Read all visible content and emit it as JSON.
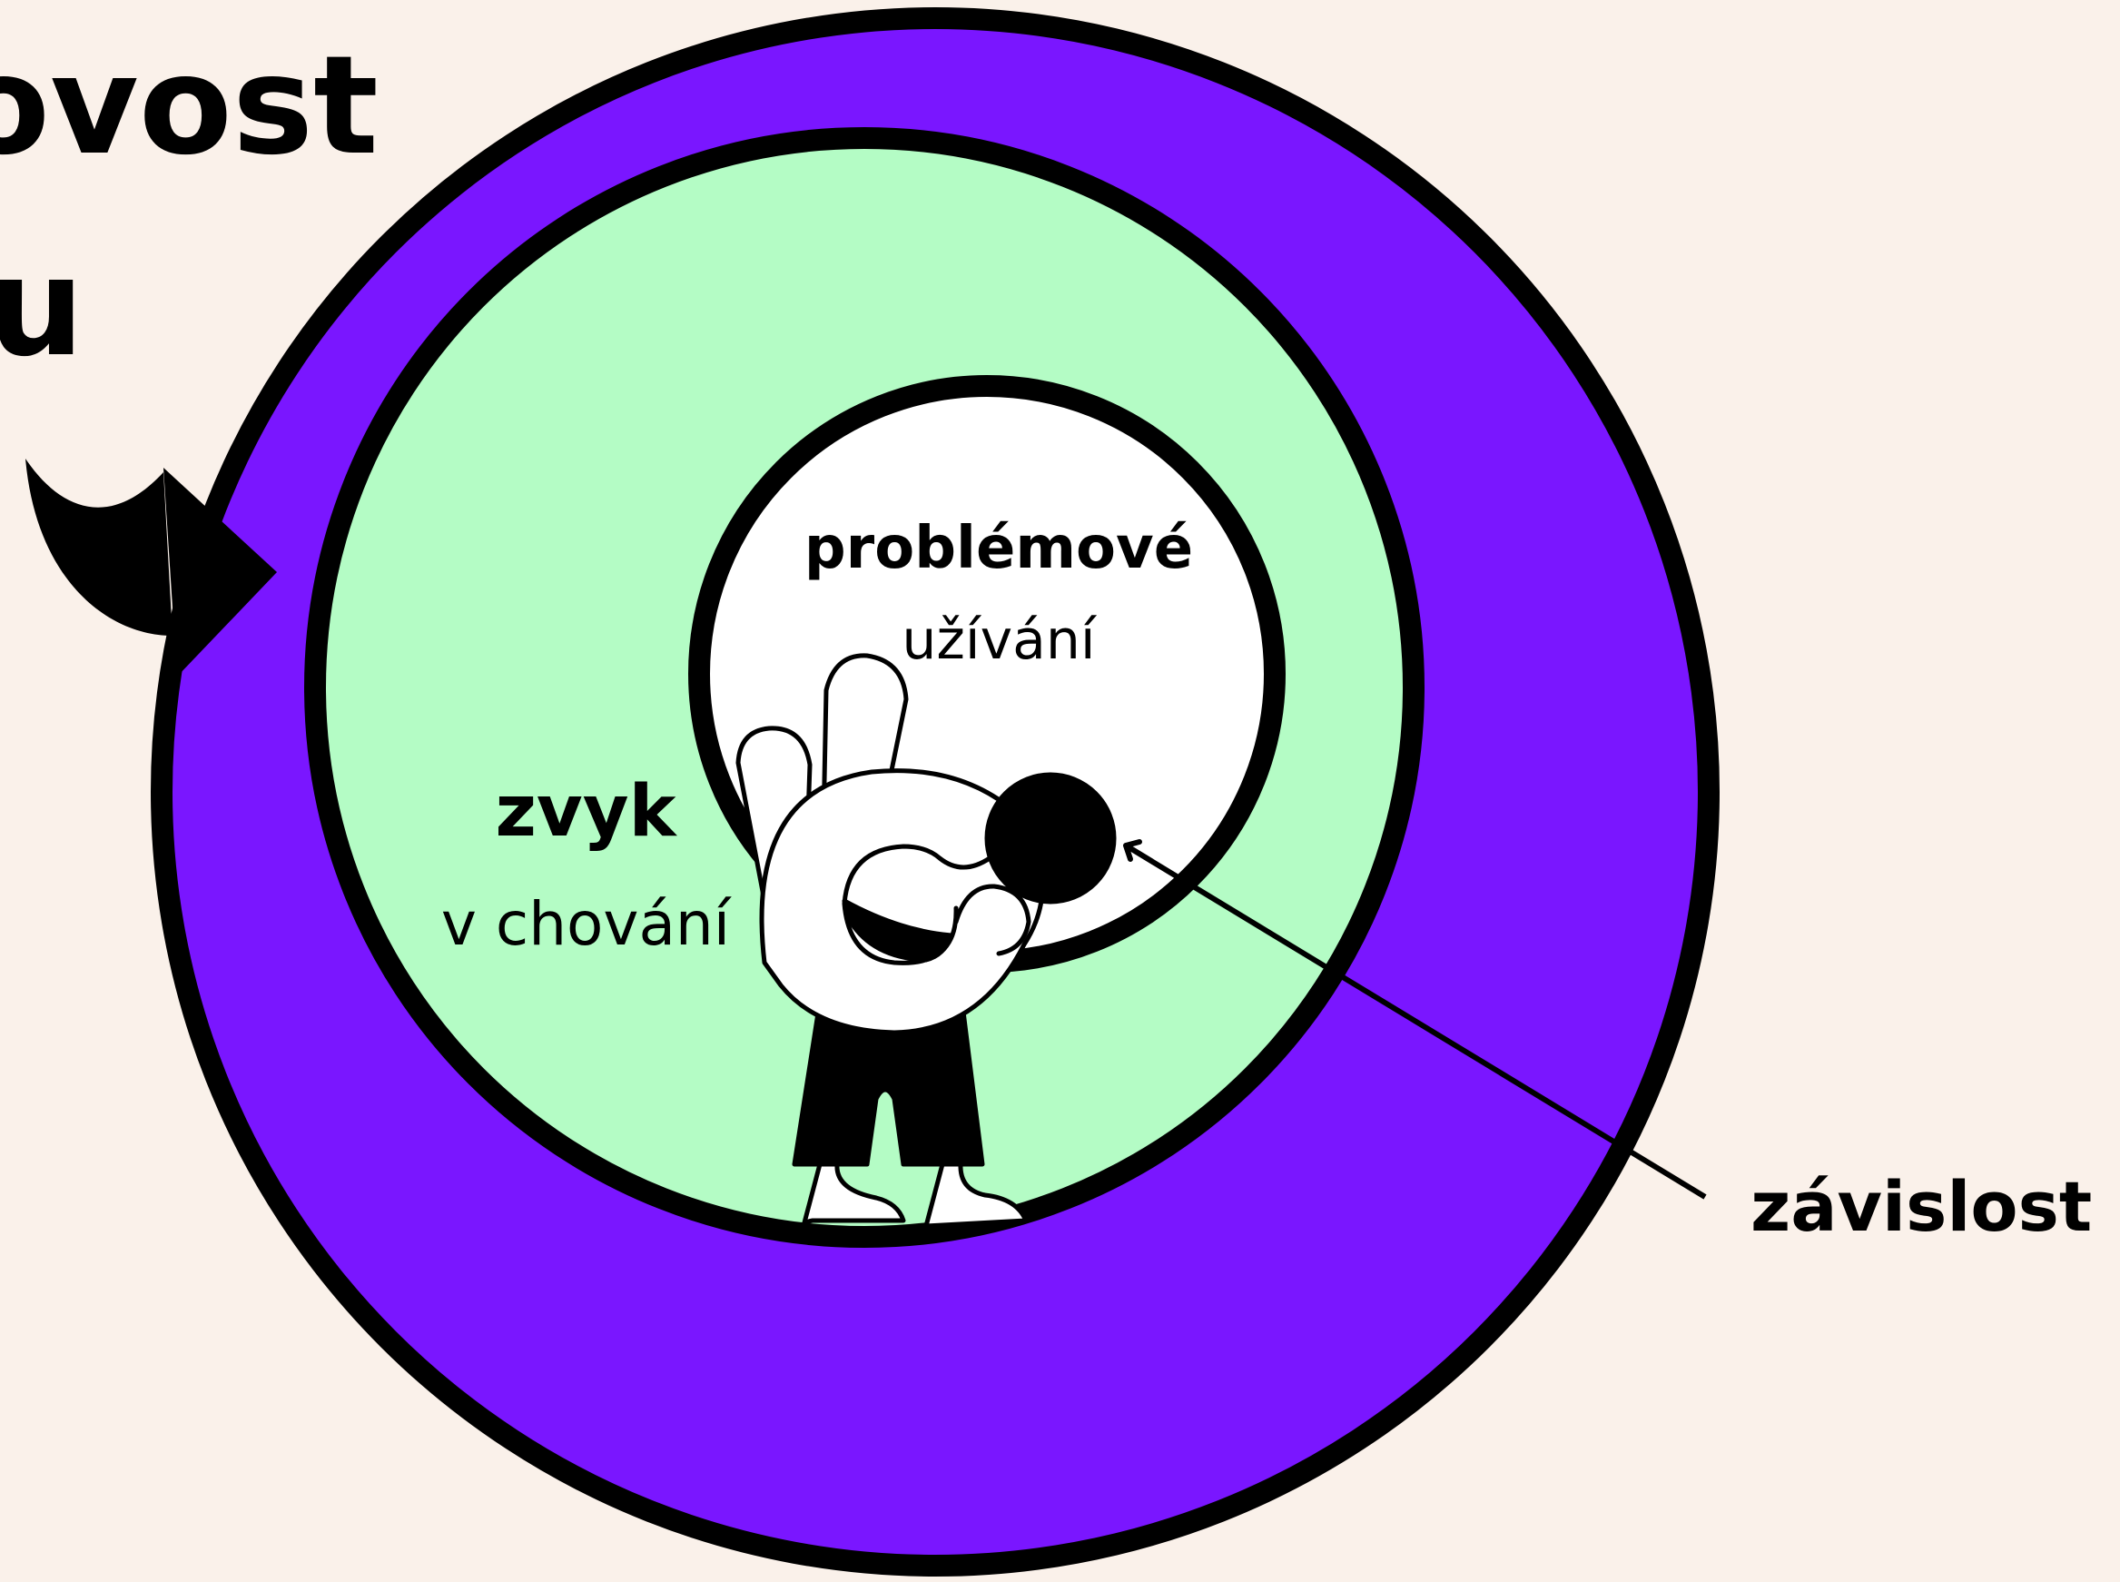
{
  "heading": {
    "line1": "ovost",
    "line2": "u"
  },
  "diagram": {
    "outer_circle": {
      "label": "závislost",
      "color": "#7A16FF"
    },
    "middle_circle": {
      "label_strong": "zvyk",
      "label_rest": "v chování",
      "color": "#B4FCC5"
    },
    "inner_circle": {
      "label_strong": "problémové",
      "label_rest": "užívání",
      "color": "#FFFFFF"
    }
  },
  "colors": {
    "background": "#FAF1EA",
    "stroke": "#000000"
  },
  "icons": [
    "curved-arrow-icon",
    "character-illustration",
    "pointer-line"
  ]
}
